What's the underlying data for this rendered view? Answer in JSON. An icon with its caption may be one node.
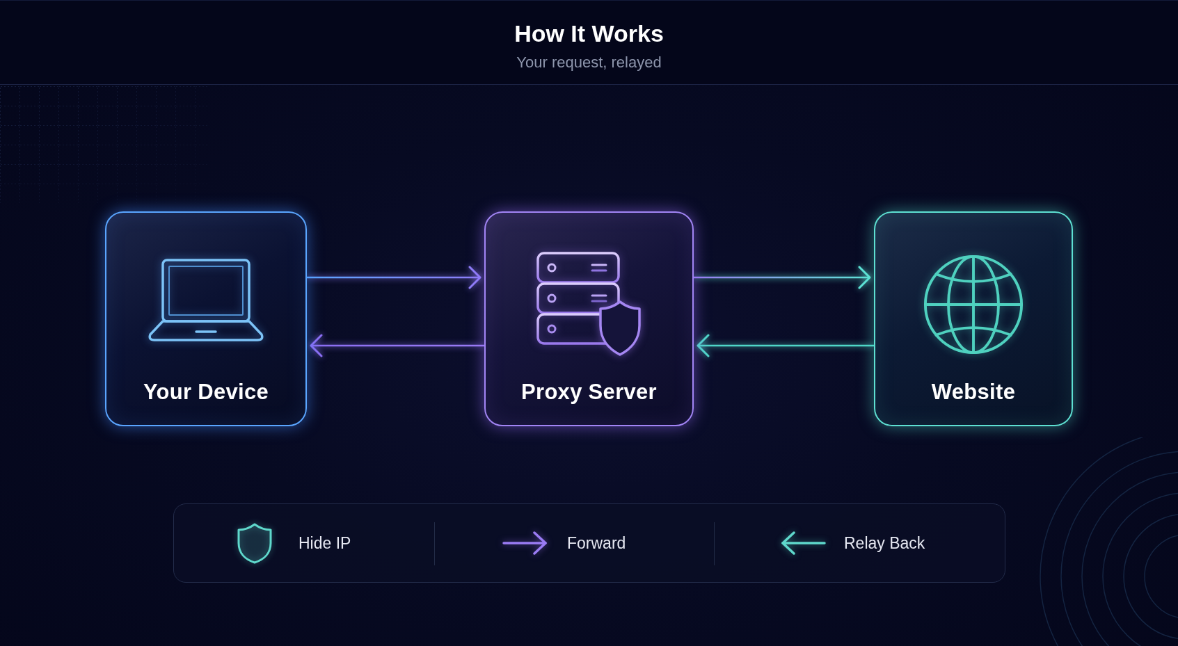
{
  "diagram": {
    "title": "How It Works",
    "nodes": [
      {
        "text": [
          "Your Device"
        ]
      },
      {
        "text": [
          "Proxy Server"
        ]
      },
      {
        "text": [
          "Website"
        ]
      }
    ],
    "edges": [
      {
        "from": 0,
        "to": 1,
        "arrow": "to",
        "color": "#8e7cf7"
      },
      {
        "from": 1,
        "to": 0,
        "arrow": "to",
        "color": "#8b6ef2"
      },
      {
        "from": 1,
        "to": 2,
        "arrow": "to",
        "color": "#5ee3d6"
      },
      {
        "from": 2,
        "to": 1,
        "arrow": "to",
        "color": "#4fd6c8"
      }
    ],
    "labels": [
      "Your request, relayed"
    ],
    "legend": [
      {
        "text": "Hide IP"
      },
      {
        "text": "Forward"
      },
      {
        "text": "Relay Back"
      }
    ]
  }
}
